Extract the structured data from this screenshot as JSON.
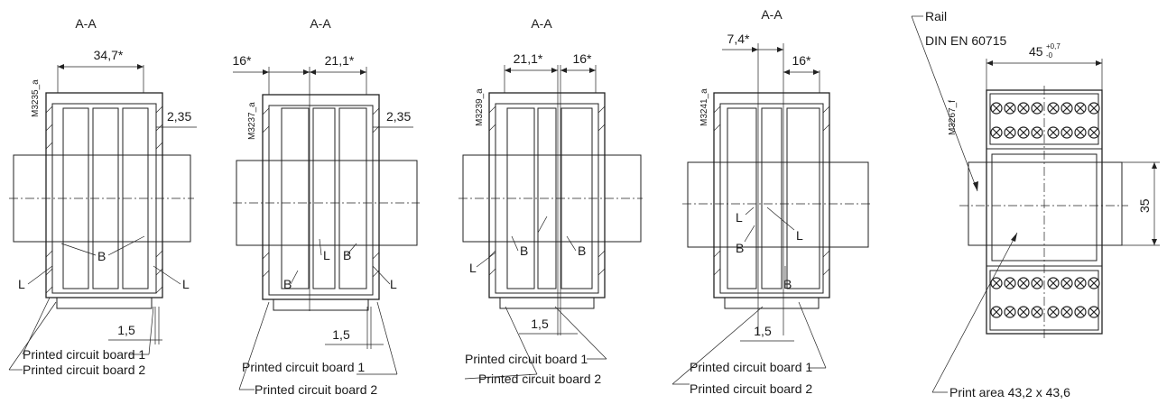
{
  "views": [
    {
      "section": "A-A",
      "code": "M3235_a",
      "dim_top": "34,7*",
      "dim_right": "2,35",
      "dim_bottom": "1,5",
      "labels": {
        "b": "B",
        "l": "L"
      },
      "pcb1": "Printed circuit board 1",
      "pcb2": "Printed circuit board 2"
    },
    {
      "section": "A-A",
      "code": "M3237_a",
      "dim_top_left": "16*",
      "dim_top_right": "21,1*",
      "dim_right": "2,35",
      "dim_bottom": "1,5",
      "labels": {
        "b": "B",
        "l": "L"
      },
      "pcb1": "Printed circuit board 1",
      "pcb2": "Printed circuit board 2"
    },
    {
      "section": "A-A",
      "code": "M3239_a",
      "dim_top_left": "21,1*",
      "dim_top_right": "16*",
      "dim_bottom": "1,5",
      "labels": {
        "b": "B",
        "l": "L"
      },
      "pcb1": "Printed circuit board 1",
      "pcb2": "Printed circuit board 2"
    },
    {
      "section": "A-A",
      "code": "M3241_a",
      "dim_top_left": "7,4*",
      "dim_top_right": "16*",
      "dim_bottom": "1,5",
      "labels": {
        "b": "B",
        "l": "L"
      },
      "pcb1": "Printed circuit board 1",
      "pcb2": "Printed circuit board 2"
    }
  ],
  "front": {
    "code": "M3267_f",
    "rail_line1": "Rail",
    "rail_line2": "DIN EN 60715",
    "width_dim": "45",
    "width_tol_plus": "+0,7",
    "width_tol_minus": "-0",
    "height_dim": "35",
    "print_area": "Print area 43,2 x 43,6"
  }
}
